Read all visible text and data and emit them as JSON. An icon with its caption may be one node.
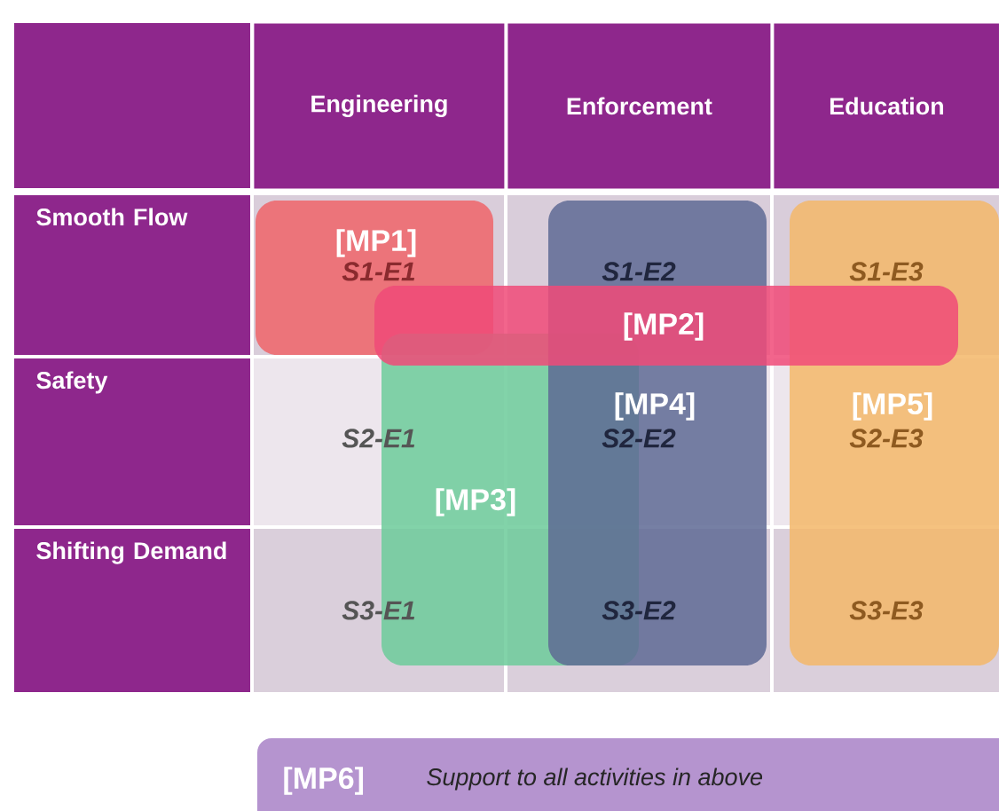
{
  "diagram": {
    "nodes": [
      {
        "text": [
          "[MP1]"
        ]
      },
      {
        "text": [
          "[MP2]"
        ]
      },
      {
        "text": [
          "[MP3]"
        ]
      },
      {
        "text": [
          "[MP4]"
        ]
      },
      {
        "text": [
          "[MP5]"
        ]
      },
      {
        "text": [
          "[MP6]",
          "Support to all activities in above"
        ]
      }
    ],
    "labels": [
      "Engineering",
      "Enforcement",
      "Education",
      "Smooth Flow",
      "S1-E1",
      "S1-E2",
      "S1-E3",
      "Safety",
      "S2-E1",
      "S2-E2",
      "S2-E3",
      "Shifting Demand",
      "S3-E1",
      "S3-E2",
      "S3-E3"
    ]
  }
}
